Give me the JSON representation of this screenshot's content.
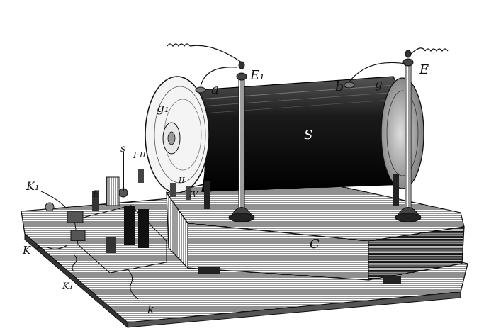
{
  "labels": {
    "e1": "E₁",
    "e": "E",
    "a": "a",
    "b": "b",
    "g_right": "g",
    "g1": "g₁",
    "s_coil": "S",
    "c_base": "C",
    "s_small": "s",
    "e_small": "E",
    "i": "I",
    "ii_a": "II",
    "ii_b": "II",
    "iv": "IV",
    "k1_top": "K₁",
    "k_left": "K",
    "k1_bottom": "K₁",
    "k_bottom": "k"
  },
  "colors": {
    "ink": "#111111",
    "paper": "#ffffff",
    "shade": "#444444"
  }
}
